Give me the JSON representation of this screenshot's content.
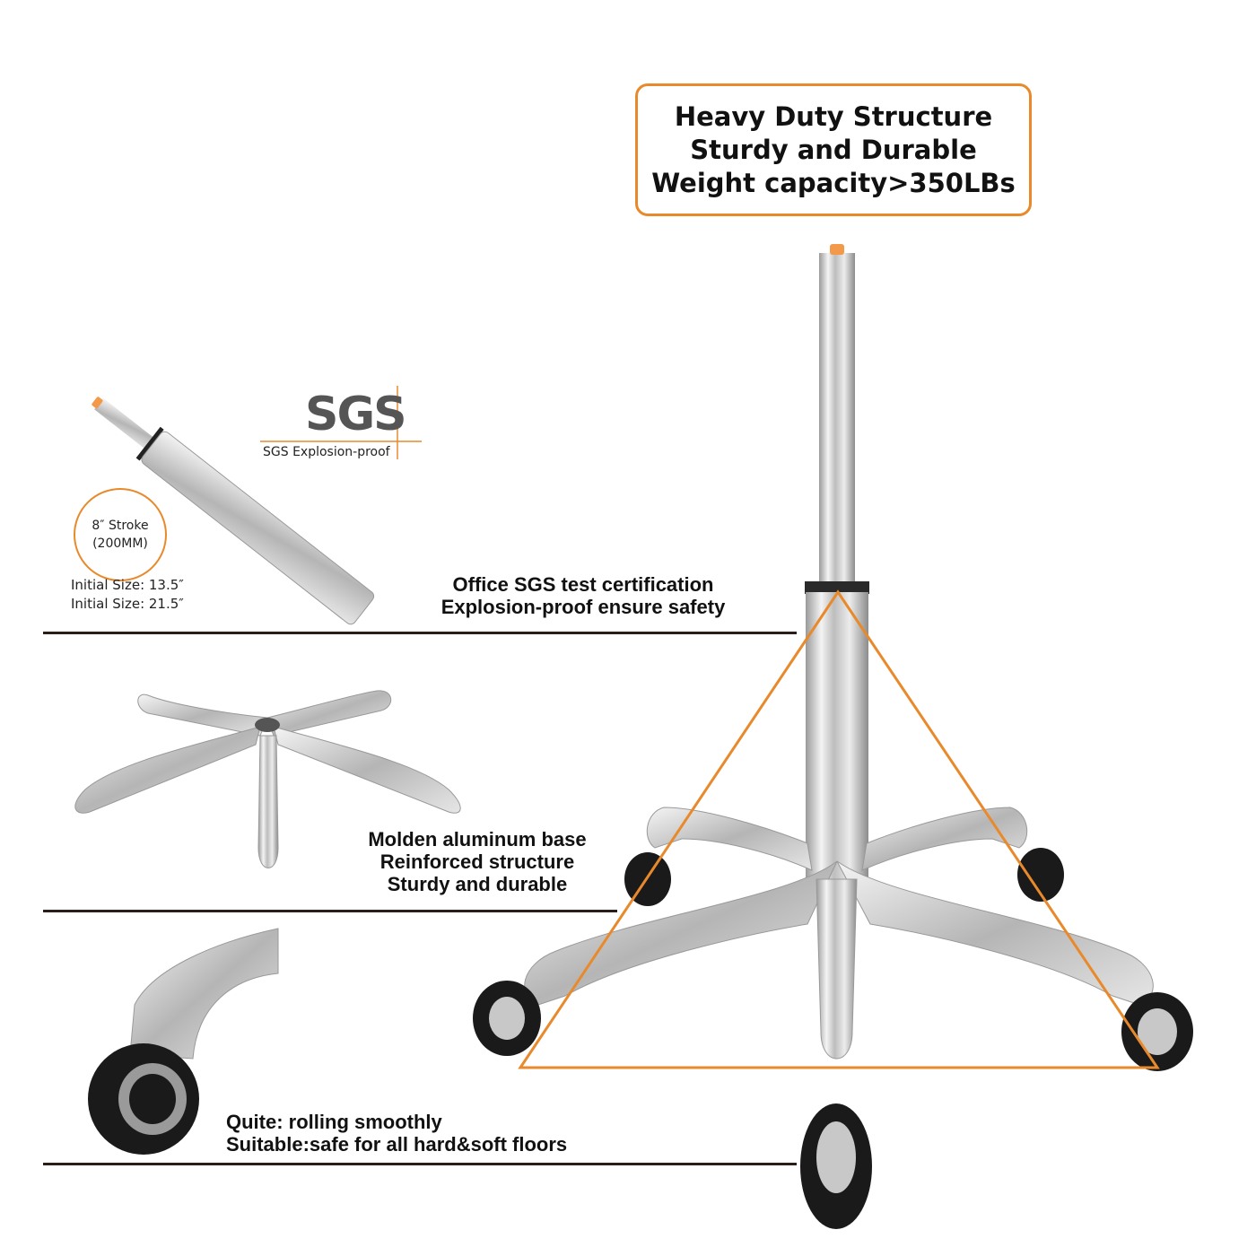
{
  "headline": {
    "lines": [
      "Heavy Duty Structure",
      "Sturdy and Durable",
      "Weight capacity>350LBs"
    ],
    "border_color": "#e88a2c"
  },
  "gas_lift": {
    "logo": "SGS",
    "logo_caption": "SGS Explosion-proof",
    "stroke_badge": [
      "8″ Stroke",
      "(200MM)"
    ],
    "sizes": [
      "Initial Size: 13.5″",
      "Initial Size: 21.5″"
    ]
  },
  "features": [
    {
      "lines": [
        "Office SGS test certification",
        "Explosion-proof ensure safety"
      ]
    },
    {
      "lines": [
        "Molden aluminum base",
        "Reinforced structure",
        "Sturdy and durable"
      ]
    },
    {
      "lines": [
        "Quite: rolling smoothly",
        "Suitable:safe for all hard&soft floors"
      ]
    }
  ],
  "colors": {
    "accent": "#e88a2c",
    "chrome_light": "#f2f2f2",
    "chrome_dark": "#8a8a8a",
    "wheel": "#1a1a1a",
    "divider": "#2a1e1a"
  }
}
